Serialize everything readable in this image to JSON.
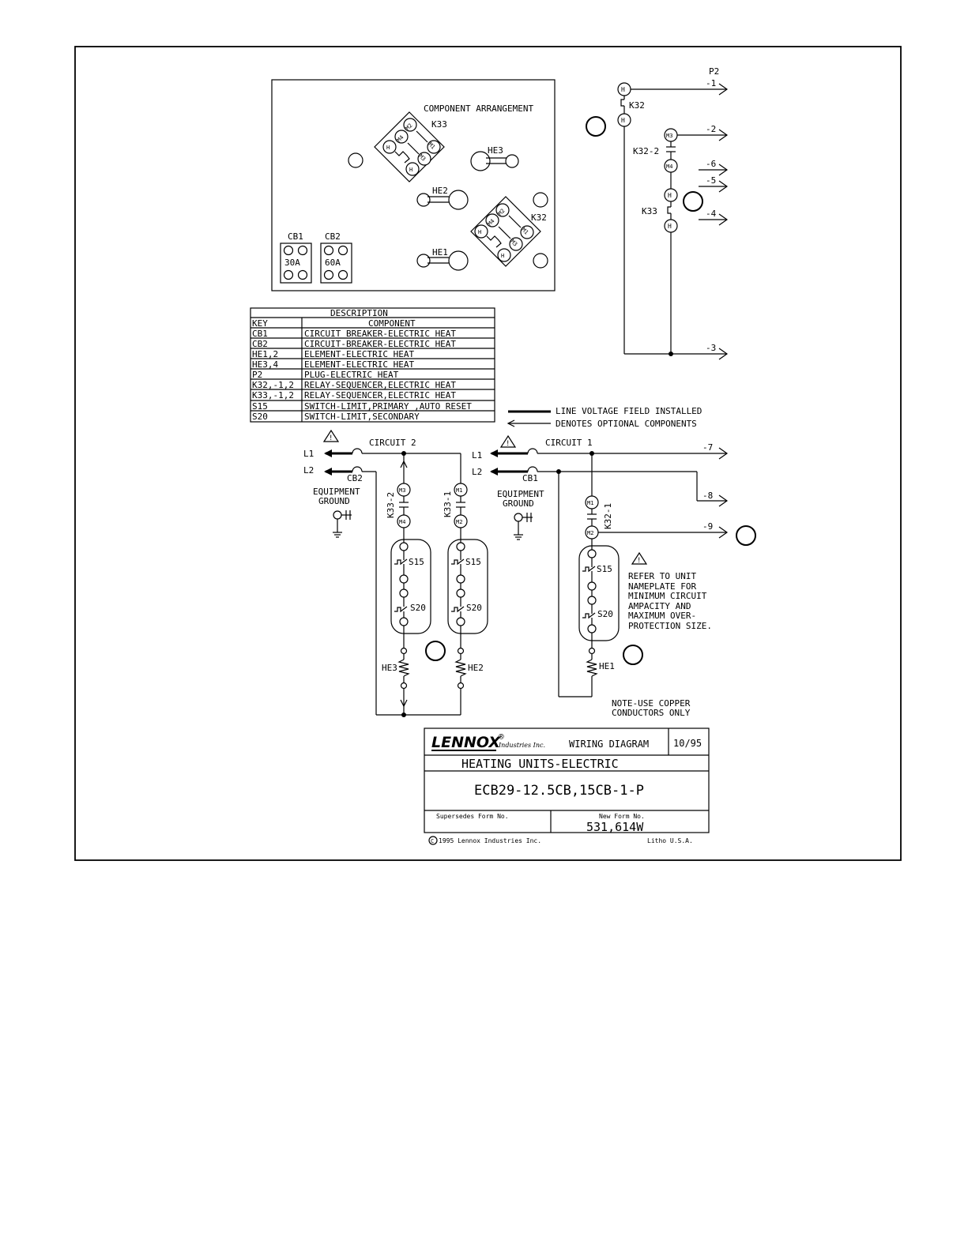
{
  "component_arrangement": {
    "title": "COMPONENT ARRANGEMENT",
    "labels": {
      "k33": "K33",
      "k32": "K32",
      "he3": "HE3",
      "he2": "HE2",
      "he1": "HE1",
      "cb1": "CB1",
      "cb2": "CB2",
      "cb1_rating": "30A",
      "cb2_rating": "60A"
    },
    "relay_terminals": {
      "m1": "M1",
      "m2": "M2",
      "m3": "M3",
      "m4": "M4",
      "h": "H"
    }
  },
  "description_table": {
    "title": "DESCRIPTION",
    "headers": [
      "KEY",
      "COMPONENT"
    ],
    "rows": [
      [
        "CB1",
        "CIRCUIT BREAKER-ELECTRIC HEAT"
      ],
      [
        "CB2",
        "CIRCUIT-BREAKER-ELECTRIC HEAT"
      ],
      [
        "HE1,2",
        "ELEMENT-ELECTRIC HEAT"
      ],
      [
        "HE3,4",
        "ELEMENT-ELECTRIC HEAT"
      ],
      [
        "P2",
        "PLUG-ELECTRIC HEAT"
      ],
      [
        "K32,-1,2",
        "RELAY-SEQUENCER,ELECTRIC HEAT"
      ],
      [
        "K33,-1,2",
        "RELAY-SEQUENCER,ELECTRIC HEAT"
      ],
      [
        "S15",
        "SWITCH-LIMIT,PRIMARY ,AUTO RESET"
      ],
      [
        "S20",
        "SWITCH-LIMIT,SECONDARY"
      ]
    ]
  },
  "legend": {
    "line_voltage": "LINE VOLTAGE FIELD INSTALLED",
    "optional": "DENOTES OPTIONAL COMPONENTS"
  },
  "plug": {
    "name": "P2",
    "pins": [
      "-1",
      "-2",
      "-6",
      "-5",
      "-4",
      "-3",
      "-7",
      "-8",
      "-9"
    ],
    "k32": "K32",
    "k32_2": "K32-2",
    "k33": "K33"
  },
  "schematic": {
    "circuit2": "CIRCUIT 2",
    "circuit1": "CIRCUIT 1",
    "l1": "L1",
    "l2": "L2",
    "cb2": "CB2",
    "cb1": "CB1",
    "equipment": "EQUIPMENT",
    "ground": "GROUND",
    "k33_2": "K33-2",
    "k33_1": "K33-1",
    "k32_1": "K32-1",
    "s15": "S15",
    "s20": "S20",
    "he3": "HE3",
    "he2": "HE2",
    "he1": "HE1",
    "warning_symbol": "!"
  },
  "note_refer": [
    "REFER TO UNIT",
    "NAMEPLATE FOR",
    "MINIMUM CIRCUIT",
    "AMPACITY AND",
    "MAXIMUM  OVER-",
    "PROTECTION SIZE."
  ],
  "note_copper": [
    "NOTE-USE COPPER",
    "CONDUCTORS ONLY"
  ],
  "title_block": {
    "brand": "LENNOX",
    "registered": "®",
    "industries": "Industries Inc.",
    "doc_type": "WIRING DIAGRAM",
    "date": "10/95",
    "title": "HEATING UNITS-ELECTRIC",
    "model": "ECB29-12.5CB,15CB-1-P",
    "supersedes_label": "Supersedes Form No.",
    "new_form_label": "New Form No.",
    "new_form_number": "531,614W",
    "copyright": "1995 Lennox Industries Inc.",
    "litho": "Litho U.S.A.",
    "copyright_symbol": "C"
  }
}
